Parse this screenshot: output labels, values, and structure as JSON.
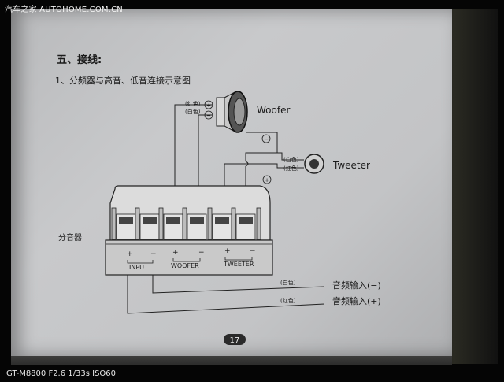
{
  "watermark": "汽车之家  AUTOHOME.COM.CN",
  "camera_info": "GT-M8800 F2.6 1/33s ISO60",
  "page": {
    "section_heading": "五、接线:",
    "subheading": "1、分频器与高音、低音连接示意图",
    "page_number": "17"
  },
  "diagram": {
    "woofer_label": "Woofer",
    "tweeter_label": "Tweeter",
    "crossover_label": "分音器",
    "woofer_red": "(红色)",
    "woofer_white": "(白色)",
    "tweeter_white": "(白色)",
    "tweeter_red": "(红色)",
    "minus_sign": "−",
    "plus_sign": "+",
    "terminal_groups": [
      {
        "name": "INPUT",
        "plus": "+",
        "minus": "−"
      },
      {
        "name": "WOOFER",
        "plus": "+",
        "minus": "−"
      },
      {
        "name": "TWEETER",
        "plus": "+",
        "minus": "−"
      }
    ],
    "input_white": "(白色)",
    "input_red": "(红色)",
    "audio_input_negative": "音频输入(−)",
    "audio_input_positive": "音频输入(+)"
  }
}
